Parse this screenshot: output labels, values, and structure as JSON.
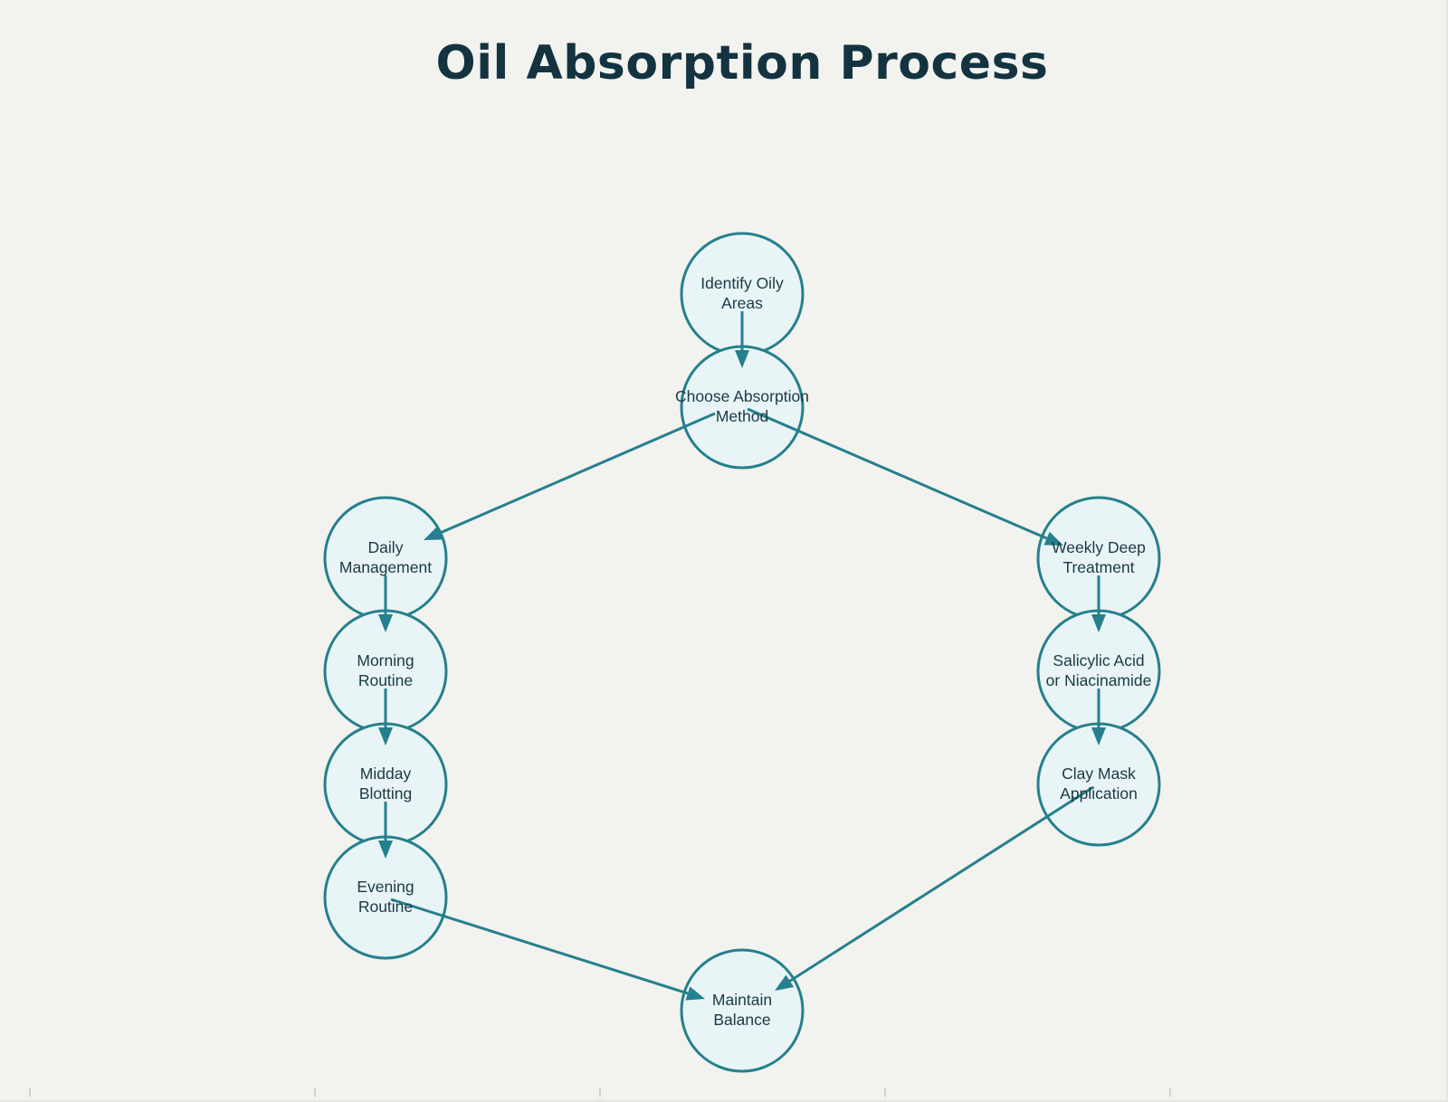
{
  "title": "Oil Absorption Process",
  "colors": {
    "background": "#f2f2ee",
    "node_fill": "#e9f4f6",
    "node_stroke": "#25808d",
    "edge": "#25808d",
    "title": "#133340",
    "label": "#1a3a45"
  },
  "nodes": [
    {
      "id": "identify",
      "lines": [
        "Identify Oily",
        "Areas"
      ]
    },
    {
      "id": "choose",
      "lines": [
        "Choose Absorption",
        "Method"
      ]
    },
    {
      "id": "daily",
      "lines": [
        "Daily",
        "Management"
      ]
    },
    {
      "id": "weekly",
      "lines": [
        "Weekly Deep",
        "Treatment"
      ]
    },
    {
      "id": "morning",
      "lines": [
        "Morning",
        "Routine"
      ]
    },
    {
      "id": "salicylic",
      "lines": [
        "Salicylic Acid",
        "or Niacinamide"
      ]
    },
    {
      "id": "midday",
      "lines": [
        "Midday",
        "Blotting"
      ]
    },
    {
      "id": "clay",
      "lines": [
        "Clay Mask",
        "Application"
      ]
    },
    {
      "id": "evening",
      "lines": [
        "Evening",
        "Routine"
      ]
    },
    {
      "id": "maintain",
      "lines": [
        "Maintain",
        "Balance"
      ]
    }
  ],
  "edges": [
    {
      "from": "identify",
      "to": "choose"
    },
    {
      "from": "choose",
      "to": "daily"
    },
    {
      "from": "choose",
      "to": "weekly"
    },
    {
      "from": "daily",
      "to": "morning"
    },
    {
      "from": "morning",
      "to": "midday"
    },
    {
      "from": "midday",
      "to": "evening"
    },
    {
      "from": "evening",
      "to": "maintain"
    },
    {
      "from": "weekly",
      "to": "salicylic"
    },
    {
      "from": "salicylic",
      "to": "clay"
    },
    {
      "from": "clay",
      "to": "maintain"
    }
  ]
}
